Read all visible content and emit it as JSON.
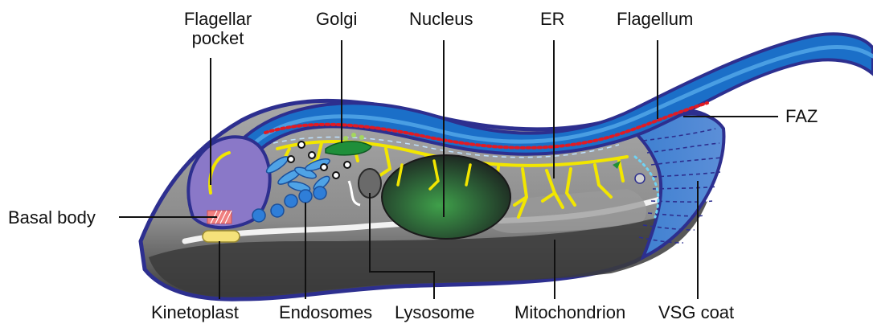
{
  "diagram": {
    "labels": {
      "flagellar_pocket": "Flagellar\npocket",
      "golgi": "Golgi",
      "nucleus": "Nucleus",
      "er": "ER",
      "flagellum": "Flagellum",
      "faz": "FAZ",
      "basal_body": "Basal body",
      "kinetoplast": "Kinetoplast",
      "endosomes": "Endosomes",
      "lysosome": "Lysosome",
      "mitochondrion": "Mitochondrion",
      "vsg_coat": "VSG coat"
    },
    "colors": {
      "outline": "#2d2f8f",
      "flagellum": "#1b6fc8",
      "flagellum_light": "#4fa3e6",
      "cell_body": "#5a5a5a",
      "cytoplasm": "#8a8a8a",
      "er": "#f2e600",
      "faz": "#e01b24",
      "nucleus": "#2d8a3a",
      "golgi": "#1f8f3a",
      "endosome": "#2f7ed8",
      "pocket": "#8a78c8",
      "kinetoplast": "#f5e27a",
      "leader_line": "#111111"
    }
  }
}
